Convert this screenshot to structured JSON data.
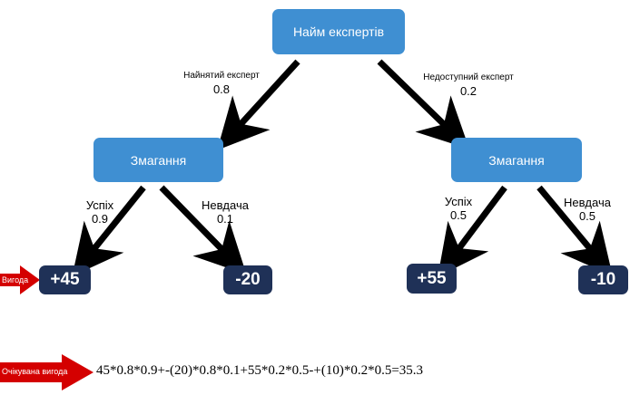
{
  "root": {
    "label": "Найм експертів"
  },
  "branches": [
    {
      "edge_label": "Найнятий експерт",
      "probability": "0.8",
      "node": "Змагання",
      "outcomes": [
        {
          "edge_label": "Успіх",
          "probability": "0.9",
          "value": "+45"
        },
        {
          "edge_label": "Невдача",
          "probability": "0.1",
          "value": "-20"
        }
      ]
    },
    {
      "edge_label": "Недоступний експерт",
      "probability": "0.2",
      "node": "Змагання",
      "outcomes": [
        {
          "edge_label": "Успіх",
          "probability": "0.5",
          "value": "+55"
        },
        {
          "edge_label": "Невдача",
          "probability": "0.5",
          "value": "-10"
        }
      ]
    }
  ],
  "labels": {
    "benefit": "Вигода",
    "expected_benefit": "Очікувана вигода"
  },
  "formula": "45*0.8*0.9+-(20)*0.8*0.1+55*0.2*0.5-+(10)*0.2*0.5=35.3",
  "colors": {
    "decision_node": "#3f8fd2",
    "outcome_node": "#1f3157",
    "edge": "#000000",
    "callout_arrow": "#d40000"
  }
}
